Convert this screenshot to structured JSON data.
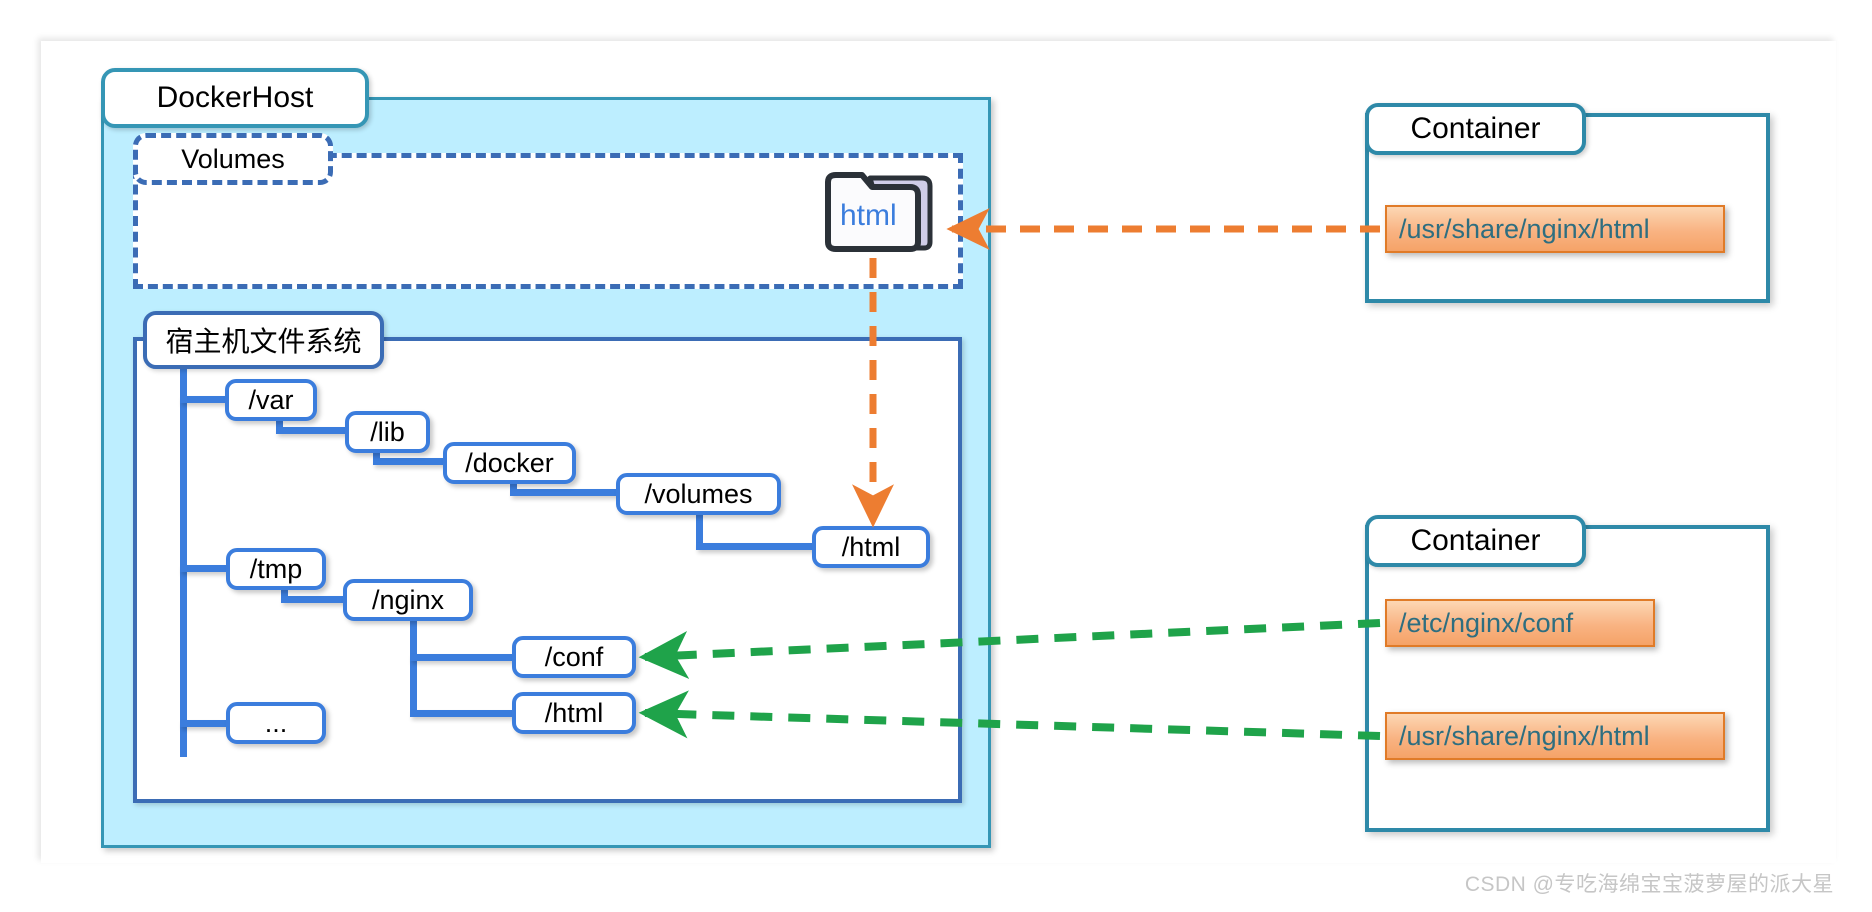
{
  "diagram": {
    "title_host": "DockerHost",
    "volumes_label": "Volumes",
    "filesystem_label": "宿主机文件系统",
    "folder_icon_label": "html",
    "watermark": "CSDN @专吃海绵宝宝菠萝屋的派大星"
  },
  "colors": {
    "host_fill": "#bdeeff",
    "host_border": "#3596b5",
    "volumes_border": "#3b6cb5",
    "tree_border": "#3b7ddd",
    "container_border": "#2e89a8",
    "path_fill": "#f9b382",
    "path_border": "#e07b28",
    "path_text": "#2e6e80",
    "orange_arrow": "#ed7d31",
    "green_arrow": "#1fa34a",
    "folder_text": "#3b7ddd"
  },
  "tree": {
    "nodes": [
      {
        "id": "var",
        "label": "/var"
      },
      {
        "id": "lib",
        "label": "/lib"
      },
      {
        "id": "docker",
        "label": "/docker"
      },
      {
        "id": "volumes",
        "label": "/volumes"
      },
      {
        "id": "html1",
        "label": "/html"
      },
      {
        "id": "tmp",
        "label": "/tmp"
      },
      {
        "id": "nginx",
        "label": "/nginx"
      },
      {
        "id": "conf",
        "label": "/conf"
      },
      {
        "id": "html2",
        "label": "/html"
      },
      {
        "id": "ellipsis",
        "label": "..."
      }
    ]
  },
  "containers": [
    {
      "id": "container-top",
      "title": "Container",
      "mounts": [
        {
          "id": "mount-usr-share-nginx-html-top",
          "path": "/usr/share/nginx/html"
        }
      ]
    },
    {
      "id": "container-bottom",
      "title": "Container",
      "mounts": [
        {
          "id": "mount-etc-nginx-conf",
          "path": "/etc/nginx/conf"
        },
        {
          "id": "mount-usr-share-nginx-html-bottom",
          "path": "/usr/share/nginx/html"
        }
      ]
    }
  ]
}
